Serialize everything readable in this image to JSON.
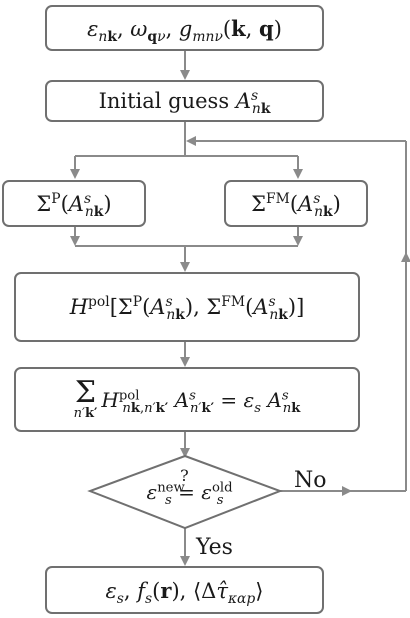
{
  "diagram": {
    "boxes": [
      {
        "id": "inputs",
        "text": "ε_nk, ω_qν, g_mnν(k, q)"
      },
      {
        "id": "initial_guess",
        "text": "Initial guess A^s_nk"
      },
      {
        "id": "sigma_p",
        "text": "Σ^P(A^s_nk)"
      },
      {
        "id": "sigma_fm",
        "text": "Σ^FM(A^s_nk)"
      },
      {
        "id": "hamiltonian",
        "text": "H^pol[Σ^P(A^s_nk), Σ^FM(A^s_nk)]"
      },
      {
        "id": "eigen",
        "text": "Σ_{n'k'} H^pol_{nk,n'k'} A^s_{n'k'} = ε_s A^s_nk"
      },
      {
        "id": "convergence",
        "text": "ε_s^new ?= ε_s^old"
      },
      {
        "id": "outputs",
        "text": "ε_s, f_s(r), ⟨Δτ̂_καp⟩"
      }
    ],
    "edge_labels": {
      "no": "No",
      "yes": "Yes"
    },
    "colors": {
      "border": "#707070",
      "arrow": "#8a8a8a",
      "text": "#1a1a1a"
    }
  },
  "labels": {
    "initial_guess_prefix": "Initial guess"
  }
}
